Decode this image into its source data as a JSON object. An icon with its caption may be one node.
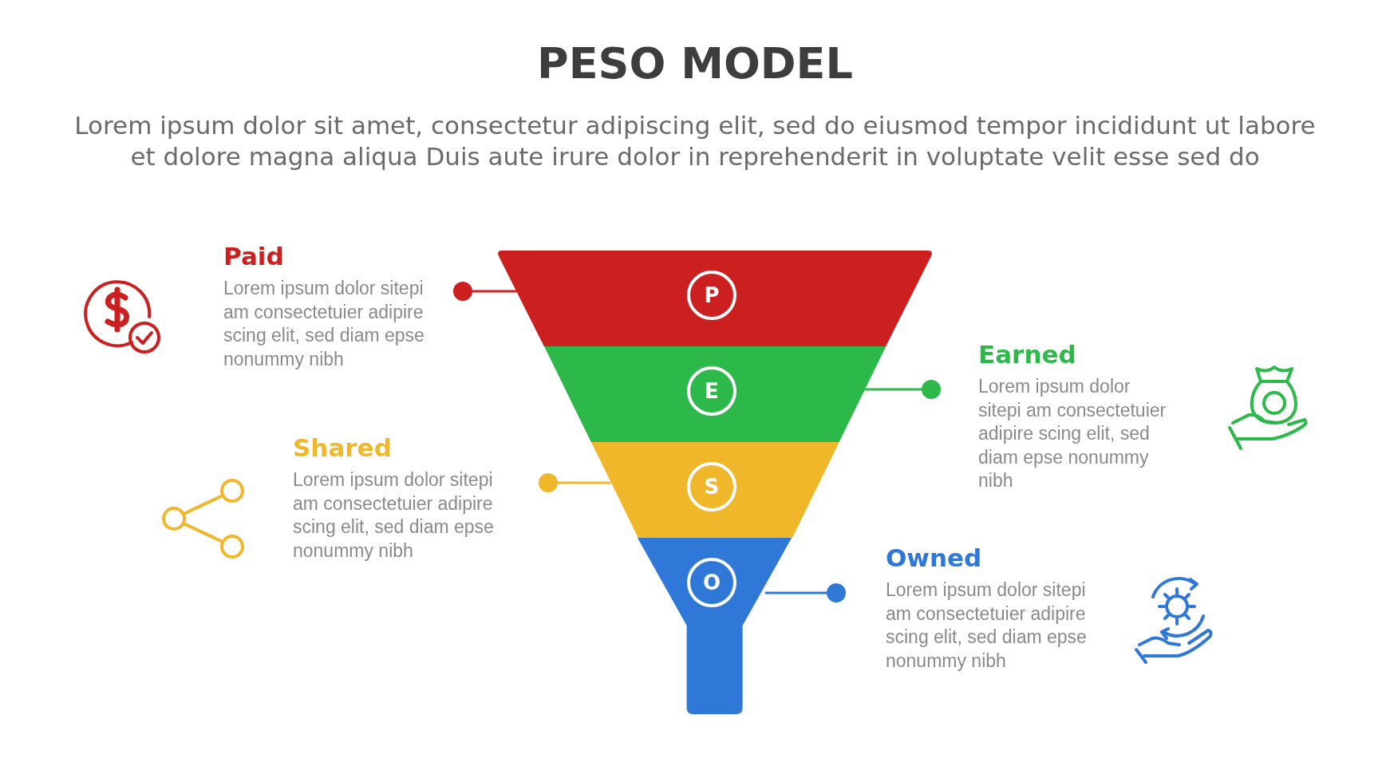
{
  "diagram": {
    "title": "PESO MODEL",
    "nodes": [
      {
        "text": [
          "Paid",
          "Lorem ipsum dolor sitepi am consectetuier adipire scing elit, sed diam epse nonummy nibh"
        ]
      },
      {
        "text": [
          "Earned",
          "Lorem ipsum dolor sitepi am consectetuier adipire scing elit, sed diam epse nonummy nibh"
        ]
      },
      {
        "text": [
          "Shared",
          "Lorem ipsum dolor sitepi am consectetuier adipire scing elit, sed diam epse nonummy nibh"
        ]
      },
      {
        "text": [
          "Owned",
          "Lorem ipsum dolor sitepi am consectetuier adipire scing elit, sed diam epse nonummy nibh"
        ]
      },
      {
        "text": [
          "P"
        ]
      },
      {
        "text": [
          "E"
        ]
      },
      {
        "text": [
          "S"
        ]
      },
      {
        "text": [
          "O"
        ]
      }
    ],
    "edges": [
      {
        "from": 0,
        "to": 4,
        "arrow": "other",
        "color": "#cc1f1f"
      },
      {
        "from": 1,
        "to": 5,
        "arrow": "other",
        "color": "#2db84a"
      },
      {
        "from": 2,
        "to": 6,
        "arrow": "other",
        "color": "#f0b72a"
      },
      {
        "from": 3,
        "to": 7,
        "arrow": "other",
        "color": "#2f78d8"
      }
    ],
    "labels": [
      "Lorem ipsum dolor sit amet, consectetur adipiscing elit, sed do eiusmod tempor incididunt ut labore et dolore magna aliqua Duis aute irure dolor in reprehenderit in voluptate velit esse sed do"
    ]
  }
}
